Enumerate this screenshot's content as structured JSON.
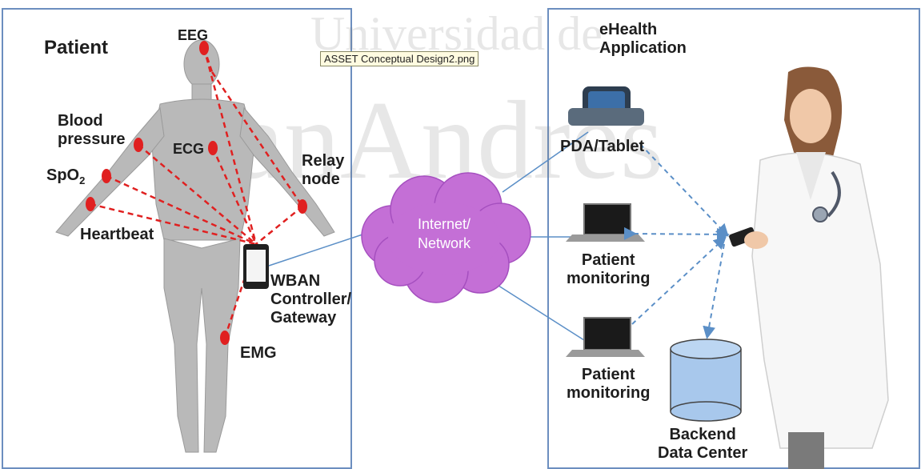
{
  "watermark": {
    "line1": "Universidad de",
    "line2": "SanAndrés"
  },
  "tooltip": "ASSET Conceptual Design2.png",
  "patient": {
    "title": "Patient",
    "eeg": "EEG",
    "blood_pressure": "Blood\npressure",
    "ecg": "ECG",
    "spo2_base": "SpO",
    "spo2_sub": "2",
    "heartbeat": "Heartbeat",
    "relay_node": "Relay\nnode",
    "wban": "WBAN\nController/\nGateway",
    "emg": "EMG"
  },
  "network": {
    "label": "Internet/\nNetwork"
  },
  "ehealth": {
    "title": "eHealth\nApplication",
    "pda": "PDA/Tablet",
    "monitoring_1": "Patient\nmonitoring",
    "monitoring_2": "Patient\nmonitoring",
    "backend": "Backend\nData Center"
  },
  "colors": {
    "panel_border": "#6c8ebf",
    "sensor_red": "#e02020",
    "cloud_fill": "#c46fd6",
    "link_blue": "#5b8fc7",
    "db_fill": "#a8c8ec"
  }
}
